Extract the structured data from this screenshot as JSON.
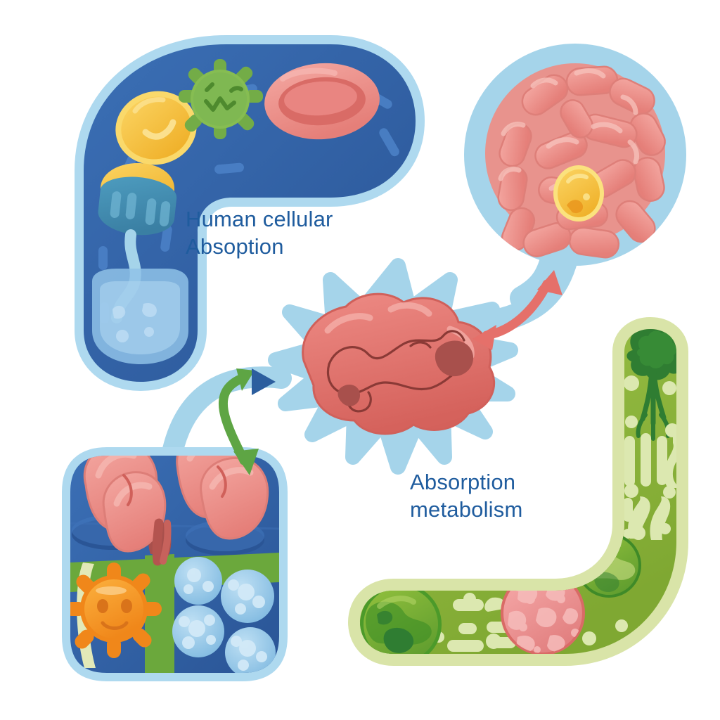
{
  "diagram": {
    "title": "Human cellular absorption and metabolism diagram",
    "background_color": "#FFFFFF"
  },
  "labels": [
    {
      "id": "human_cellular_absoption",
      "text": "Human cellular\nAbsoption",
      "color": "#1F5C9E"
    },
    {
      "id": "absorption_metabolism",
      "text": "Absorption\nmetabolism",
      "color": "#1F5C9E"
    }
  ],
  "palette": {
    "white": "#FFFFFF",
    "pale_blue_membrane": "#AED9EF",
    "light_blue_cyto": "#A5D4EA",
    "deep_blue_cell": "#3161A8",
    "deep_blue_dark": "#2A5596",
    "mid_blue": "#4A7FC4",
    "navy_arrow": "#2C5E9E",
    "teal_organelle": "#3B8DB5",
    "yellow": "#F5C242",
    "yellow_light": "#FAD96B",
    "orange": "#F59A2E",
    "orange_deep": "#E8841C",
    "salmon": "#EE8B85",
    "salmon_light": "#F3A9A3",
    "salmon_dark": "#D96B66",
    "pink_nucleus": "#EE8B8B",
    "pink_light": "#F5AFAF",
    "red_arrow": "#E5706A",
    "green_virus": "#7FB852",
    "green_arrow": "#5EA544",
    "green_cell": "#8CB63C",
    "green_cell_light": "#A3C455",
    "green_membrane": "#D9E4A8",
    "green_dark": "#2F7D32",
    "green_mid": "#5E9C2E",
    "pale_green": "#DCE8B0"
  },
  "nodes": [
    {
      "id": "blue-tube-cell",
      "name": "human-cell-tube",
      "kind": "curved tube cell",
      "position": "top-left",
      "membrane_color": "#AED9EF",
      "body_color": "#3161A8",
      "organelles": [
        {
          "name": "yellow-lipid-droplet",
          "color": "#F5C242",
          "shape": "oval"
        },
        {
          "name": "green-virus-particle",
          "color": "#7FB852",
          "shape": "spiked sphere with winking face"
        },
        {
          "name": "red-blood-cell",
          "color": "#EE8B85",
          "shape": "biconcave disc"
        },
        {
          "name": "teal-golgi-organelle",
          "color": "#3B8DB5",
          "shape": "cup with yellow cap"
        },
        {
          "name": "blue-vacuole",
          "color": "#8FC2E8",
          "shape": "rounded vacuole"
        },
        {
          "name": "blue-dash-granules",
          "color": "#4A7FC4",
          "shape": "dashes"
        }
      ]
    },
    {
      "id": "round-cell",
      "name": "intestinal-villi-cell",
      "kind": "round cell",
      "position": "top-right",
      "membrane_color": "#A5D4EA",
      "body_color": "#EE8B85",
      "organelles": [
        {
          "name": "coiled-intestine-lobes",
          "color": "#EE8B85",
          "shape": "coiled tubules"
        },
        {
          "name": "yellow-nucleus",
          "color": "#F5B731",
          "shape": "oval nucleus"
        }
      ]
    },
    {
      "id": "star-cell",
      "name": "amoeba-star-cell",
      "kind": "star / amoeboid cell",
      "position": "center",
      "membrane_color": "#A5D4EA",
      "body_color": "#A5D4EA",
      "organelles": [
        {
          "name": "lobed-red-nucleus",
          "color": "#EE8B85",
          "shape": "lobed mass with folds"
        },
        {
          "name": "dark-nucleolus",
          "color": "#A8504C",
          "shape": "dark blob"
        }
      ]
    },
    {
      "id": "square-cell",
      "name": "alveolar-square-cell",
      "kind": "rounded square cell",
      "position": "bottom-left",
      "membrane_color": "#AED9EF",
      "body_color": "#3161A8",
      "organelles": [
        {
          "name": "pink-lung-lobes",
          "color": "#EE8B85",
          "shape": "paired lobed lungs"
        },
        {
          "name": "orange-sun-virus",
          "color": "#F59A2E",
          "shape": "sun with smiling face"
        },
        {
          "name": "blue-granular-vesicles",
          "color": "#8FC2E8",
          "shape": "four granular spheres",
          "count": 4
        },
        {
          "name": "green-divider-band",
          "color": "#6BA83C",
          "shape": "cross band"
        },
        {
          "name": "blue-wells",
          "color": "#2A5596",
          "shape": "two oval wells"
        }
      ]
    },
    {
      "id": "green-tube-cell",
      "name": "plant-cell-tube",
      "kind": "curved tube cell",
      "position": "right / bottom-right",
      "membrane_color": "#D9E4A8",
      "body_color": "#8CB63C",
      "organelles": [
        {
          "name": "broccoli-tree-structure",
          "color": "#2F7D32",
          "shape": "broccoli / tree"
        },
        {
          "name": "chloroplast-upper",
          "color": "#4C9A2A",
          "shape": "sphere"
        },
        {
          "name": "chloroplast-lower",
          "color": "#5E9C2E",
          "shape": "sphere"
        },
        {
          "name": "pink-nucleus-sphere",
          "color": "#EE8B8B",
          "shape": "mottled sphere"
        },
        {
          "name": "pale-thylakoid-stripes",
          "color": "#DCE8B0",
          "shape": "stripes and squiggles"
        },
        {
          "name": "pale-granule-dots",
          "color": "#DCE8B0",
          "shape": "dots"
        }
      ]
    }
  ],
  "connectors": [
    {
      "id": "red-double-arrow",
      "name": "star-to-round-cell-arrow",
      "color": "#E5706A",
      "style": "curved double-headed arrow",
      "from": "star-cell",
      "to": "round-cell"
    },
    {
      "id": "green-double-arrow",
      "name": "star-to-square-cell-arrow",
      "color": "#5EA544",
      "style": "curved double-headed arrow",
      "from": "star-cell",
      "to": "square-cell"
    },
    {
      "id": "navy-arrowhead",
      "name": "flow-direction-arrowhead",
      "color": "#2C5E9E",
      "style": "triangular arrowhead",
      "from": "square-cell",
      "to": "star-cell"
    },
    {
      "id": "blue-membrane-bridge-top",
      "name": "cytoplasm-bridge-upper",
      "color": "#A5D4EA",
      "style": "thick band",
      "from": "star-cell",
      "to": "round-cell"
    },
    {
      "id": "blue-membrane-bridge-left",
      "name": "cytoplasm-bridge-lower",
      "color": "#A5D4EA",
      "style": "thick band",
      "from": "star-cell",
      "to": "square-cell"
    }
  ]
}
